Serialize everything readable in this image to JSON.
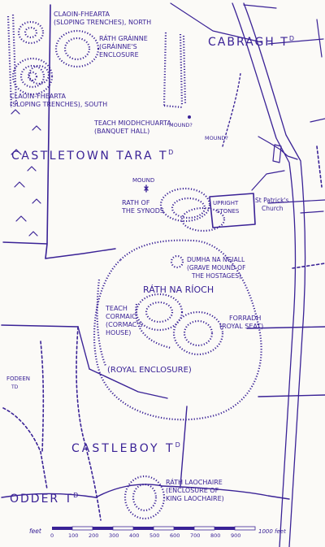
{
  "map": {
    "townlands": {
      "cabragh": "CABRAGH T",
      "cabragh_sup": "D",
      "castletown": "CASTLETOWN TARA T",
      "castletown_sup": "D",
      "castleboy": "CASTLEBOY T",
      "castleboy_sup": "D",
      "odder": "ODDER T",
      "odder_sup": "D",
      "fodeen": "FODEEN",
      "fodeen_sup": "TD"
    },
    "sites": {
      "claoin_north_1": "CLAOIN-FHEARTA",
      "claoin_north_2": "(SLOPING TRENCHES), NORTH",
      "rath_grainne_1": "RÁTH GRÁINNE",
      "rath_grainne_2": "(GRÁINNE'S",
      "rath_grainne_3": "ENCLOSURE",
      "claoin_south_1": "CLAOIN-FHEARTA",
      "claoin_south_2": "(SLOPING TRENCHES), SOUTH",
      "teach_midh_1": "TEACH MIODHCHUARTA",
      "teach_midh_2": "(BANQUET HALL)",
      "mound_q1": "MOUND?",
      "mound_q2": "MOUND?",
      "mound": "MOUND",
      "upright_1": "UPRIGHT",
      "upright_2": "STONES",
      "st_patricks_1": "St Patrick's",
      "st_patricks_2": "Church",
      "rath_synods_1": "RATH OF",
      "rath_synods_2": "THE SYNODS",
      "dumha_1": "DUMHA NA NGIALL",
      "dumha_2": "(GRAVE MOUND OF",
      "dumha_3": "THE HOSTAGES)",
      "rath_na_rioch": "RÁTH NA RÍOCH",
      "teach_cormaic_1": "TEACH",
      "teach_cormaic_2": "CORMAIC",
      "teach_cormaic_3": "(CORMAC'S",
      "teach_cormaic_4": "HOUSE)",
      "forradh_1": "FORRADH",
      "forradh_2": "(ROYAL SEAT)",
      "royal_enclosure": "(ROYAL ENCLOSURE)",
      "rath_laoch_1": "RÁTH LAOCHAIRE",
      "rath_laoch_2": "(ENCLOSURE OF",
      "rath_laoch_3": "KING LAOCHAIRE)"
    },
    "scale": {
      "left_label": "feet",
      "right_label": "1000 feet",
      "ticks": [
        "0",
        "100",
        "200",
        "300",
        "400",
        "500",
        "600",
        "700",
        "800",
        "900"
      ]
    },
    "ink_color": "#3a2296"
  }
}
